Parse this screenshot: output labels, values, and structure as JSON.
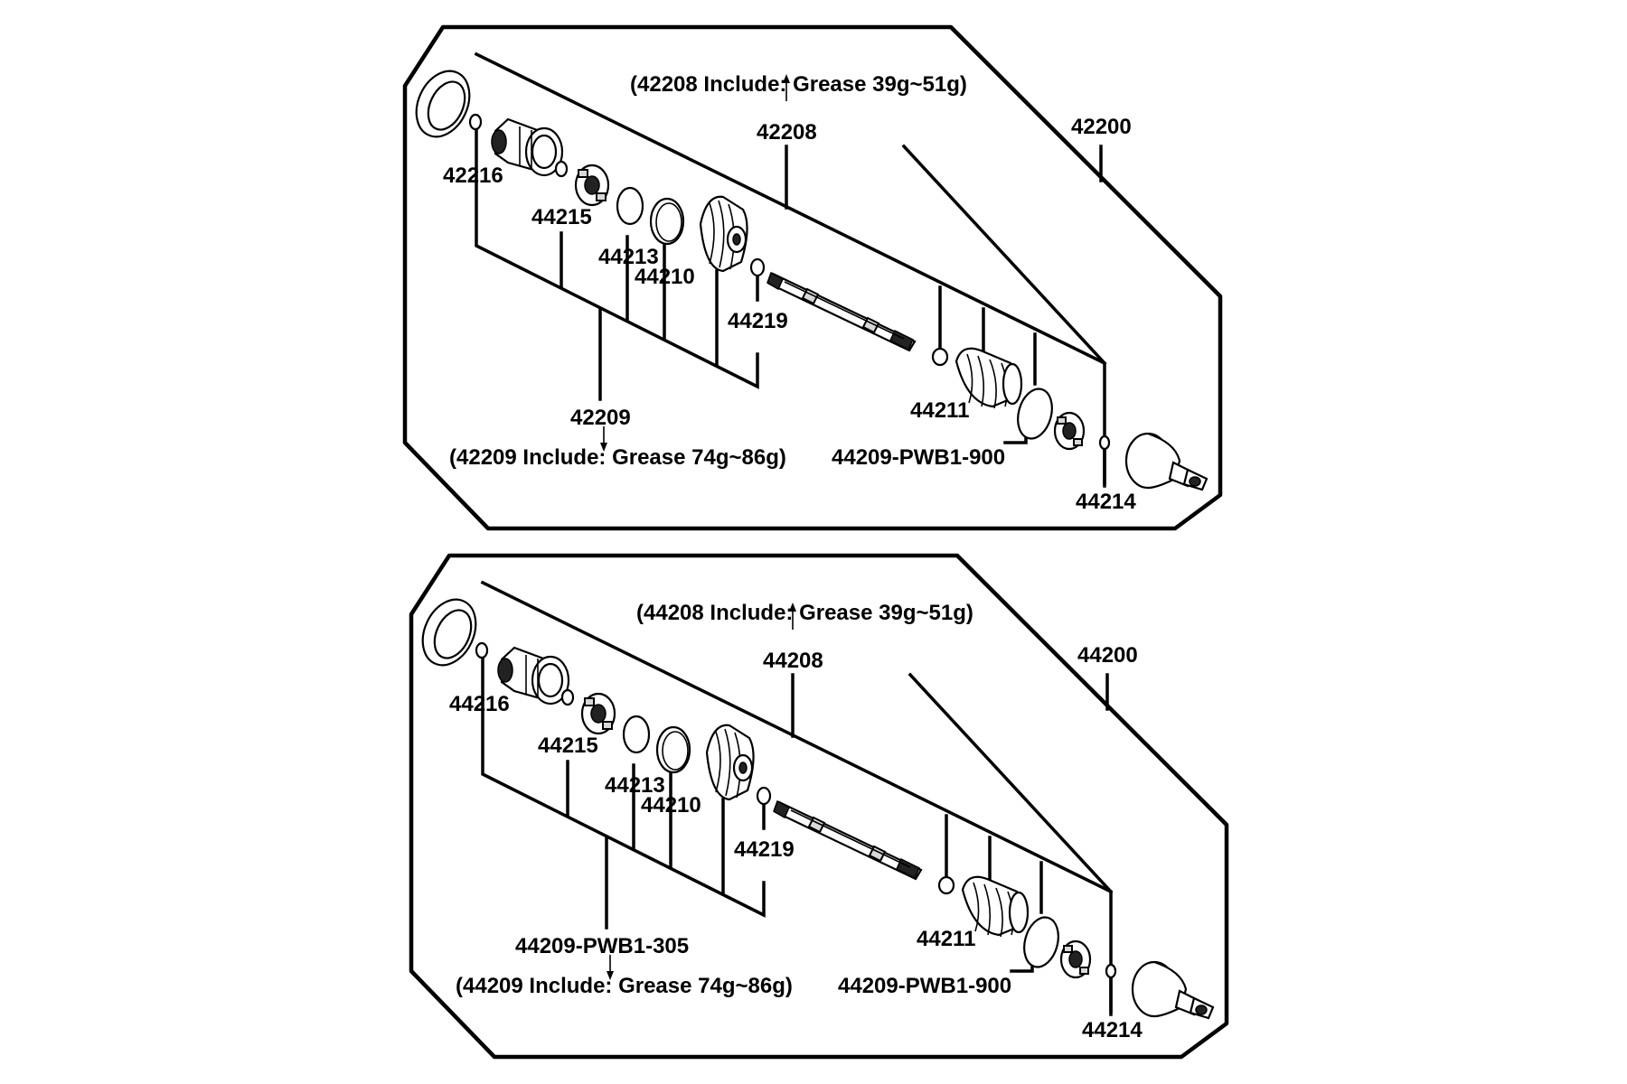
{
  "panels": [
    {
      "assembly": "42200",
      "inner_joint": "42208",
      "inner_note": "(42208 Include: Grease  39g~51g)",
      "outer_joint": "42209",
      "outer_note": "(42209 Include: Grease  74g~86g)",
      "parts": {
        "p44216": "42216",
        "p44215": "44215",
        "p44213": "44213",
        "p44210": "44210",
        "p44219": "44219",
        "p44211": "44211",
        "boot_kit": "44209-PWB1-900",
        "p44214": "44214"
      }
    },
    {
      "assembly": "44200",
      "inner_joint": "44208",
      "inner_note": "(44208 Include: Grease  39g~51g)",
      "outer_joint": "44209-PWB1-305",
      "outer_note": "(44209 Include: Grease  74g~86g)",
      "parts": {
        "p44216": "44216",
        "p44215": "44215",
        "p44213": "44213",
        "p44210": "44210",
        "p44219": "44219",
        "p44211": "44211",
        "boot_kit": "44209-PWB1-900",
        "p44214": "44214"
      }
    }
  ]
}
